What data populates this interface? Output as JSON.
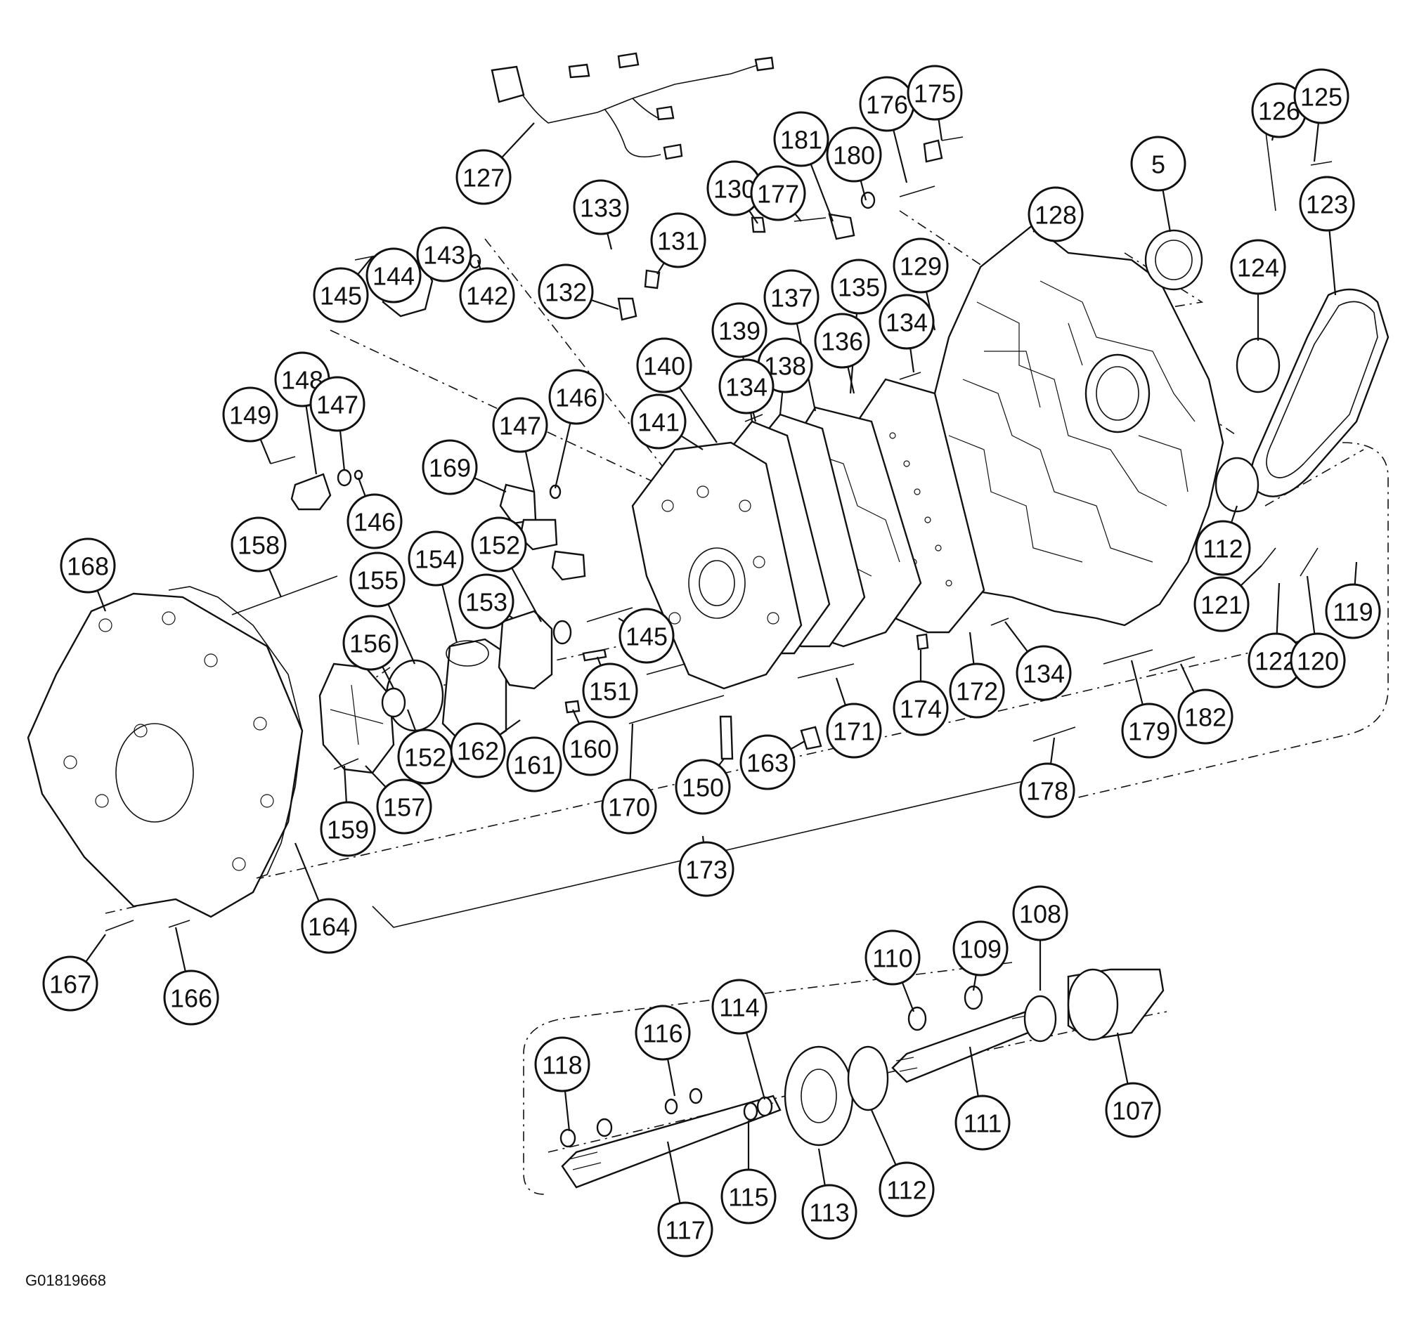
{
  "figure_id": "G01819668",
  "callouts": [
    {
      "label": "127"
    },
    {
      "label": "133"
    },
    {
      "label": "131"
    },
    {
      "label": "132"
    },
    {
      "label": "130"
    },
    {
      "label": "177"
    },
    {
      "label": "181"
    },
    {
      "label": "180"
    },
    {
      "label": "176"
    },
    {
      "label": "175"
    },
    {
      "label": "5"
    },
    {
      "label": "126"
    },
    {
      "label": "125"
    },
    {
      "label": "128"
    },
    {
      "label": "123"
    },
    {
      "label": "124"
    },
    {
      "label": "129"
    },
    {
      "label": "135"
    },
    {
      "label": "134"
    },
    {
      "label": "136"
    },
    {
      "label": "137"
    },
    {
      "label": "138"
    },
    {
      "label": "139"
    },
    {
      "label": "134"
    },
    {
      "label": "140"
    },
    {
      "label": "141"
    },
    {
      "label": "145"
    },
    {
      "label": "144"
    },
    {
      "label": "143"
    },
    {
      "label": "142"
    },
    {
      "label": "148"
    },
    {
      "label": "147"
    },
    {
      "label": "149"
    },
    {
      "label": "146"
    },
    {
      "label": "146"
    },
    {
      "label": "147"
    },
    {
      "label": "169"
    },
    {
      "label": "158"
    },
    {
      "label": "168"
    },
    {
      "label": "155"
    },
    {
      "label": "154"
    },
    {
      "label": "152"
    },
    {
      "label": "153"
    },
    {
      "label": "156"
    },
    {
      "label": "145"
    },
    {
      "label": "151"
    },
    {
      "label": "152"
    },
    {
      "label": "162"
    },
    {
      "label": "161"
    },
    {
      "label": "160"
    },
    {
      "label": "157"
    },
    {
      "label": "159"
    },
    {
      "label": "170"
    },
    {
      "label": "150"
    },
    {
      "label": "163"
    },
    {
      "label": "171"
    },
    {
      "label": "174"
    },
    {
      "label": "172"
    },
    {
      "label": "134"
    },
    {
      "label": "178"
    },
    {
      "label": "179"
    },
    {
      "label": "182"
    },
    {
      "label": "112"
    },
    {
      "label": "121"
    },
    {
      "label": "122"
    },
    {
      "label": "120"
    },
    {
      "label": "119"
    },
    {
      "label": "173"
    },
    {
      "label": "164"
    },
    {
      "label": "167"
    },
    {
      "label": "166"
    },
    {
      "label": "110"
    },
    {
      "label": "109"
    },
    {
      "label": "108"
    },
    {
      "label": "107"
    },
    {
      "label": "111"
    },
    {
      "label": "114"
    },
    {
      "label": "116"
    },
    {
      "label": "118"
    },
    {
      "label": "115"
    },
    {
      "label": "113"
    },
    {
      "label": "112"
    },
    {
      "label": "117"
    }
  ]
}
